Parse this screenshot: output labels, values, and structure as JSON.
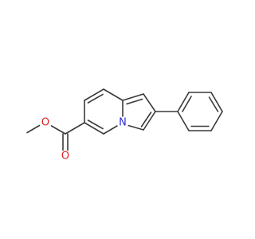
{
  "molecule": {
    "atoms": {
      "n1": {
        "symbol": "N"
      },
      "o_ether": {
        "symbol": "O"
      },
      "o_carbonyl": {
        "symbol": "O"
      }
    }
  },
  "colors": {
    "bond": "#3a3a3a",
    "nitrogen": "#2b2bdb",
    "oxygen": "#e02020",
    "background": "#ffffff"
  }
}
